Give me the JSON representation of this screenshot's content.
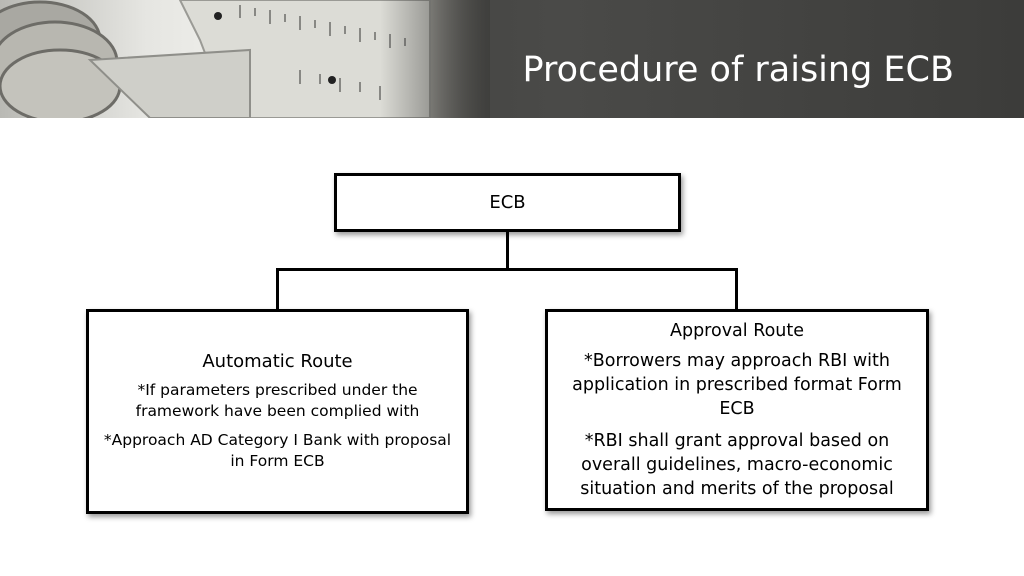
{
  "header": {
    "title": "Procedure of raising ECB",
    "background_color": "#404040",
    "image_description_icon": "caliper-coins-photo"
  },
  "diagram": {
    "root": {
      "label": "ECB"
    },
    "left": {
      "heading": "Automatic Route",
      "points": [
        "*If parameters prescribed under the framework have been complied with",
        "*Approach AD Category I Bank with proposal in Form ECB"
      ]
    },
    "right": {
      "heading": "Approval Route",
      "points": [
        "*Borrowers may approach RBI with application in prescribed format Form ECB",
        "*RBI shall grant approval based on overall guidelines, macro-economic situation and merits of the proposal"
      ]
    }
  }
}
